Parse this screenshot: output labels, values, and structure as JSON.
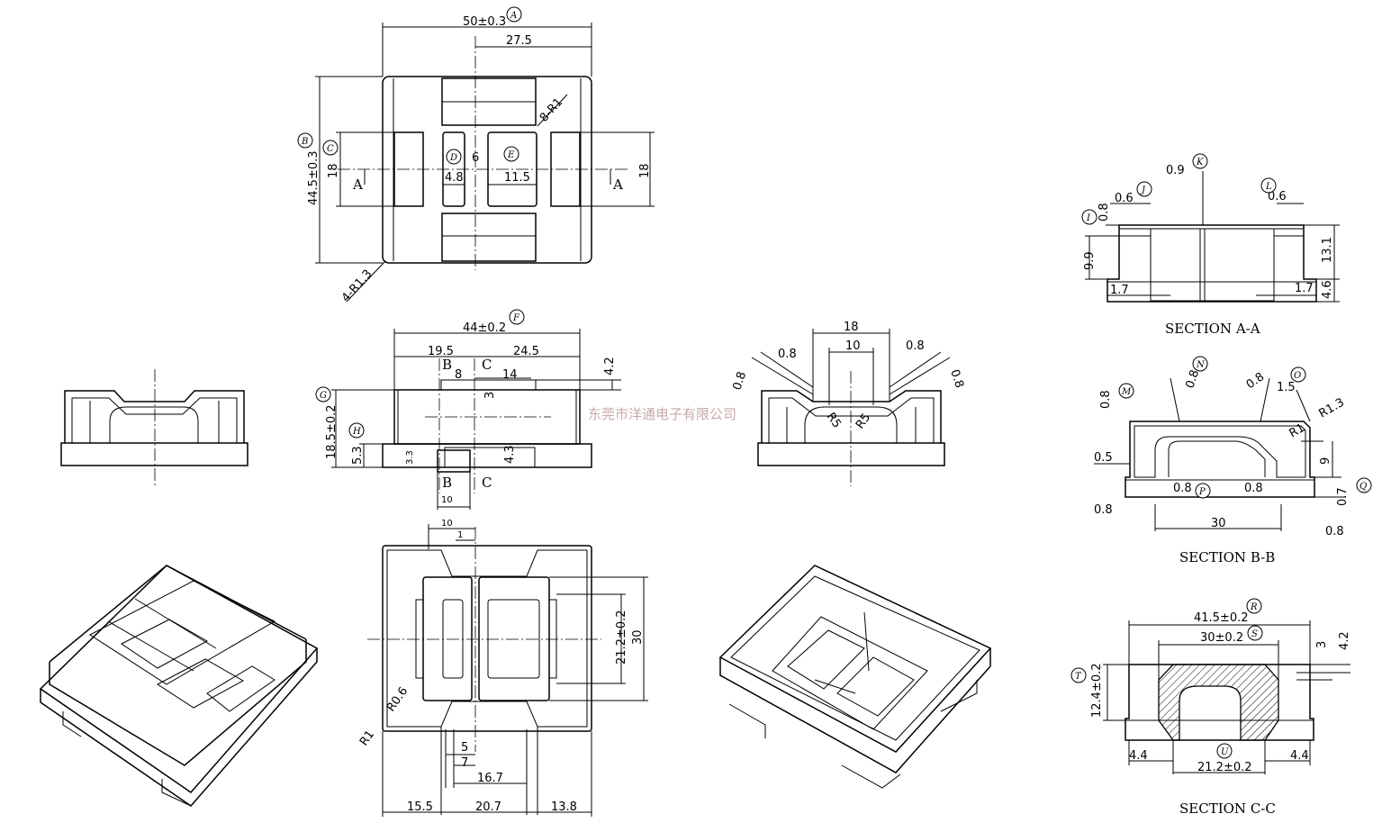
{
  "top_view": {
    "width": "50±0.3",
    "half": "27.5",
    "height": "44.5±0.3",
    "slot": "18",
    "slot_right": "18",
    "gap": "6",
    "window_left": "4.8",
    "window_right": "11.5",
    "radius_inner": "8-R1",
    "radius_outer": "4-R1.3",
    "cut": "A"
  },
  "front_view": {
    "width": "44±0.2",
    "left": "19.5",
    "right": "24.5",
    "b8": "8",
    "b14": "14",
    "d3": "3",
    "d42": "4.2",
    "height": "18.5±0.2",
    "base": "5.3",
    "d33": "3.3",
    "d43": "4.3",
    "d10": "10",
    "cut_b": "B",
    "cut_c": "C"
  },
  "side_view": {
    "d18": "18",
    "d10": "10",
    "d08": "0.8",
    "r5": "R5"
  },
  "bottom_view": {
    "d10": "10",
    "d1": "1",
    "d212": "21.2±0.2",
    "d30": "30",
    "r06": "R0.6",
    "r1": "R1",
    "d5": "5",
    "d7": "7",
    "d167": "16.7",
    "d155": "15.5",
    "d207": "20.7",
    "d138": "13.8"
  },
  "section_aa": {
    "title": "SECTION A-A",
    "d09": "0.9",
    "d06": "0.6",
    "d08": "0.8",
    "d99": "9.9",
    "d131": "13.1",
    "d46": "4.6",
    "d17": "1.7"
  },
  "section_bb": {
    "title": "SECTION B-B",
    "d08": "0.8",
    "d15": "1.5",
    "r13": "R1.3",
    "r1": "R1",
    "d05": "0.5",
    "d9": "9",
    "d07": "0.7",
    "d30": "30"
  },
  "section_cc": {
    "title": "SECTION C-C",
    "d415": "41.5±0.2",
    "d30": "30±0.2",
    "d3": "3",
    "d42": "4.2",
    "d124": "12.4±0.2",
    "d44": "4.4",
    "d212": "21.2±0.2"
  },
  "callouts": [
    "A",
    "B",
    "C",
    "D",
    "E",
    "F",
    "G",
    "H",
    "I",
    "J",
    "K",
    "L",
    "M",
    "N",
    "O",
    "P",
    "Q",
    "R",
    "S",
    "T",
    "U"
  ],
  "watermark": "东莞市洋通电子有限公司"
}
